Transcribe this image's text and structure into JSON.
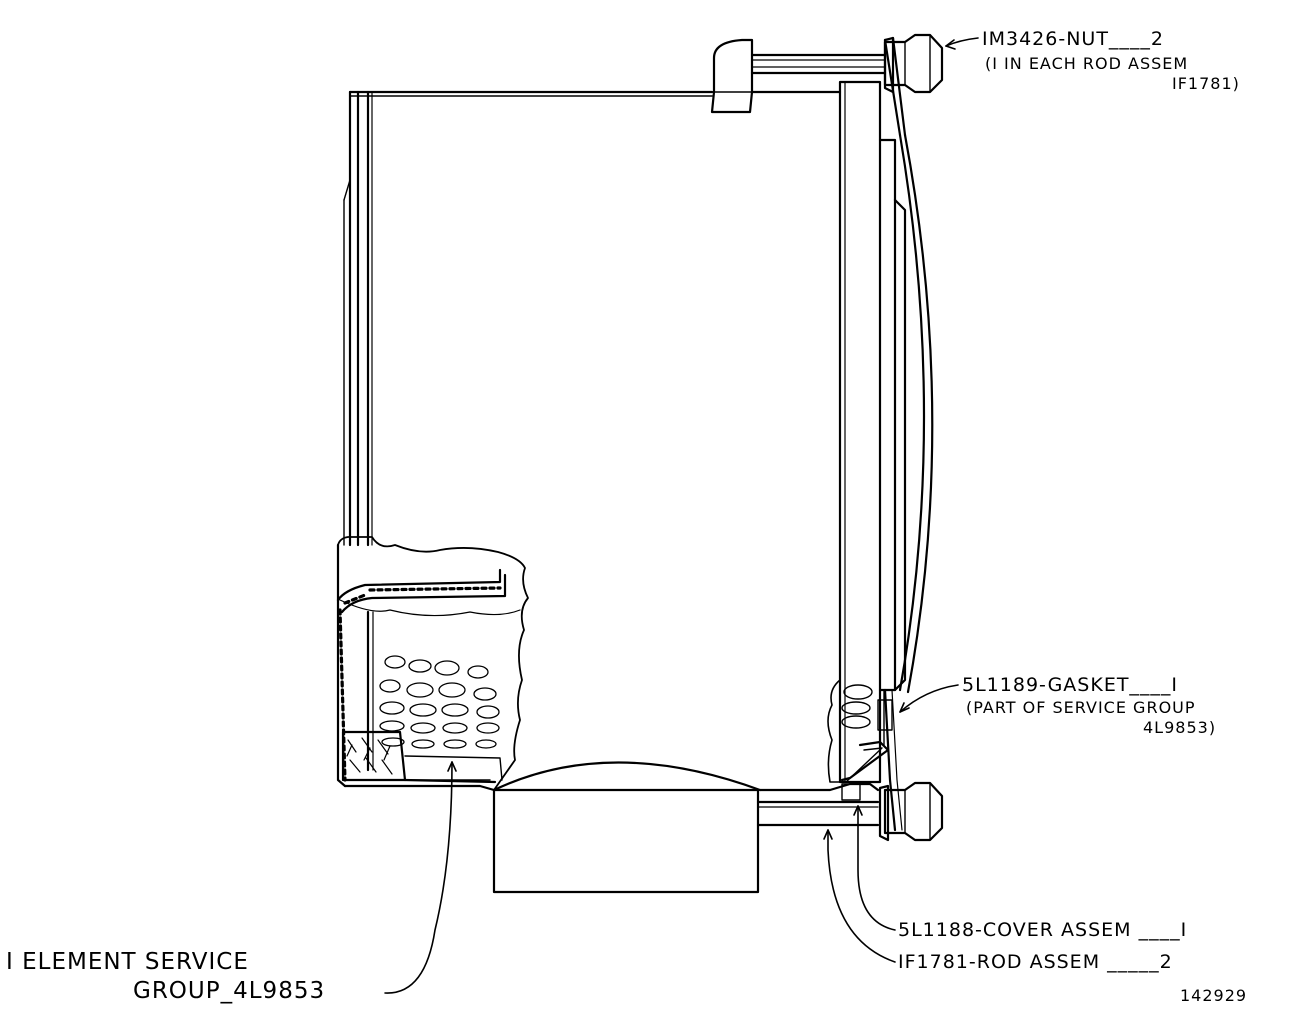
{
  "colors": {
    "ink": "#000000",
    "paper": "#ffffff"
  },
  "labels": {
    "nut": "IM3426-NUT____2",
    "nut_note_1": "(I IN EACH ROD ASSEM",
    "nut_note_2": "IF1781)",
    "gasket": "5L1189-GASKET____I",
    "gasket_note_1": "(PART OF SERVICE GROUP",
    "gasket_note_2": "4L9853)",
    "cover": "5L1188-COVER ASSEM ____I",
    "rod": "IF1781-ROD ASSEM _____2",
    "element_1": "I ELEMENT SERVICE",
    "element_2": "GROUP_4L9853",
    "figure_number": "142929"
  }
}
